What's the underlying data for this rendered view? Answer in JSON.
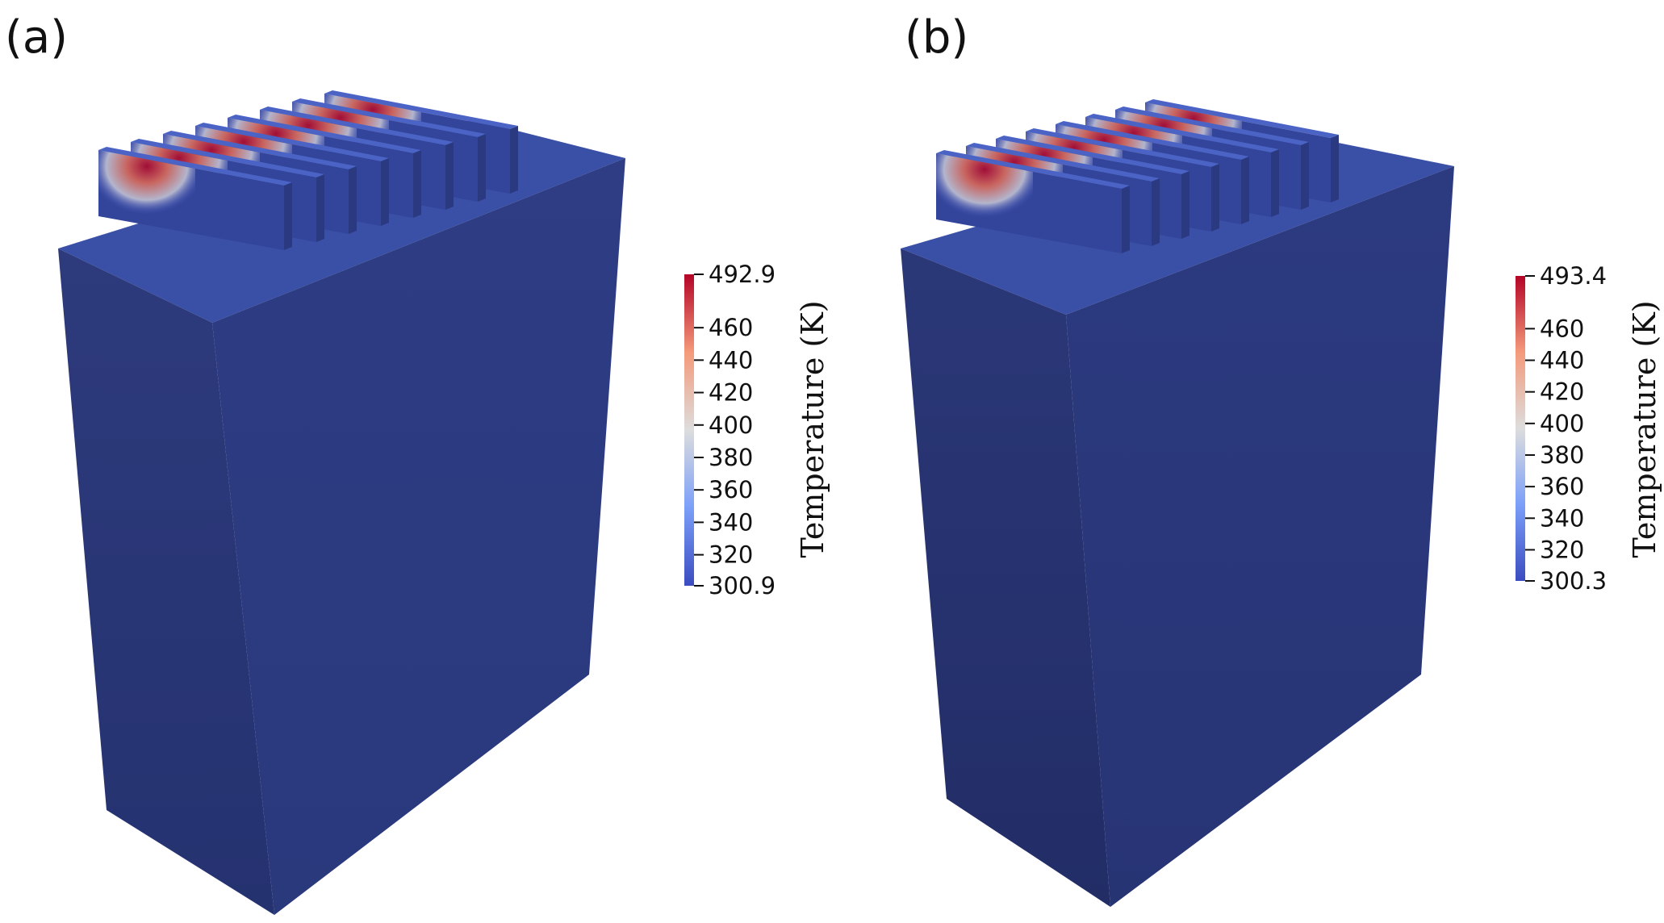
{
  "panels": [
    {
      "label": "(a)",
      "colorbar": {
        "title": "Temperature (K)",
        "min_label": "300.9",
        "max_label": "492.9",
        "ticks": [
          "320",
          "340",
          "360",
          "380",
          "400",
          "420",
          "440",
          "460"
        ]
      }
    },
    {
      "label": "(b)",
      "colorbar": {
        "title": "Temperature (K)",
        "min_label": "300.3",
        "max_label": "493.4",
        "ticks": [
          "320",
          "340",
          "360",
          "380",
          "400",
          "420",
          "440",
          "460"
        ]
      }
    }
  ],
  "colors": {
    "cold": "#3b4cc0",
    "mid": "#dddddd",
    "hot": "#b40426",
    "block_front": "#2a3778",
    "block_side": "#2f3f86",
    "block_top": "#3a50a8"
  }
}
